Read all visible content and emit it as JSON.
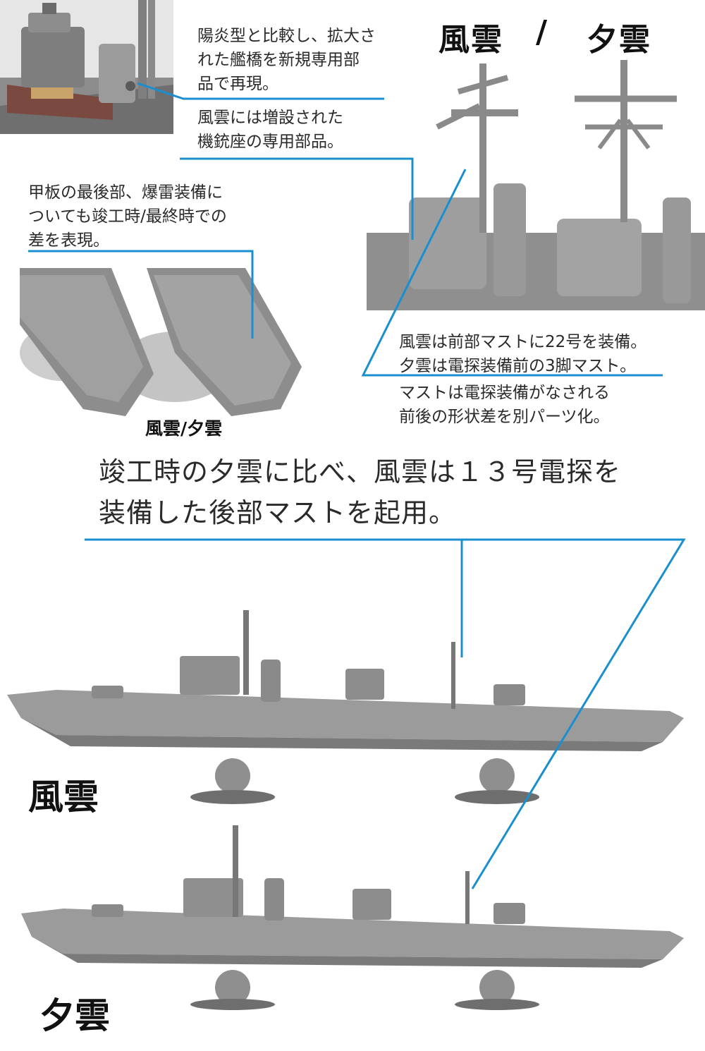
{
  "header": {
    "title_left": "風雲",
    "title_sep": "/",
    "title_right": "夕雲"
  },
  "captions": {
    "bridge": [
      "陽炎型と比較し、拡大さ",
      "れた艦橋を新規専用部",
      "品で再現。"
    ],
    "machinegun": [
      "風雲には増設された",
      "機銃座の専用部品。"
    ],
    "stern": [
      "甲板の最後部、爆雷装備に",
      "ついても竣工時/最終時での",
      "差を表現。"
    ],
    "stern_label": "風雲/夕雲",
    "foremast": [
      "風雲は前部マストに22号を装備。",
      "夕雲は電探装備前の3脚マスト。"
    ],
    "mast_parts": [
      "マストは電探装備がなされる",
      "前後の形状差を別パーツ化。"
    ],
    "main": [
      "竣工時の夕雲に比べ、風雲は１３号電探を",
      "装備した後部マストを起用。"
    ]
  },
  "ships": {
    "upper": "風雲",
    "lower": "夕雲"
  },
  "colors": {
    "leader_line": "#1a8fd0",
    "model_grey": "#9a9a9a",
    "model_dark": "#6c6c6c",
    "deck_wood": "#c9a46a"
  }
}
